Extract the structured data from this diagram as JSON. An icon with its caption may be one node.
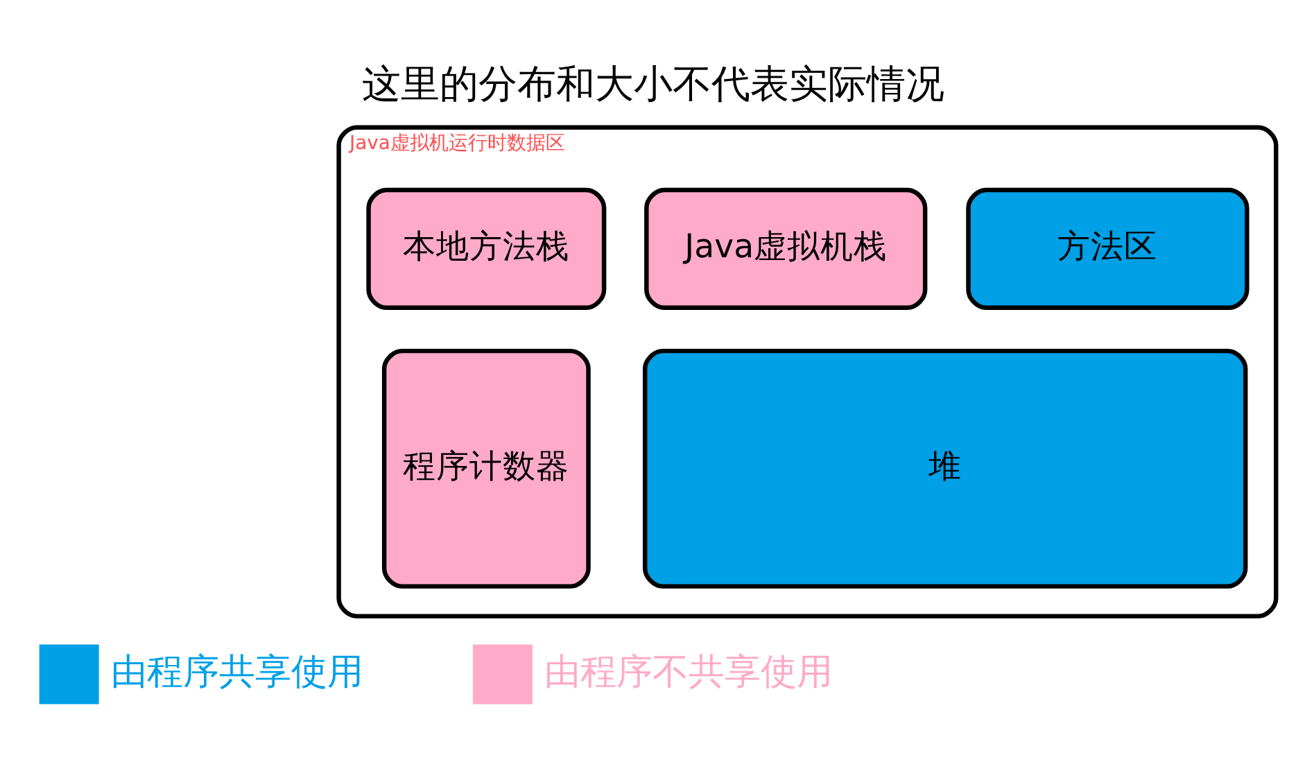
{
  "diagram": {
    "title": "这里的分布和大小不代表实际情况",
    "nodes": [
      {
        "text": [
          "Java虚拟机运行时数据区"
        ]
      },
      {
        "text": [
          "方法区"
        ],
        "in": 0
      },
      {
        "text": [
          "Java虚拟机栈"
        ],
        "in": 0
      },
      {
        "text": [
          "本地方法栈"
        ],
        "in": 0
      },
      {
        "text": [
          "堆"
        ],
        "in": 0
      },
      {
        "text": [
          "程序计数器"
        ],
        "in": 0
      }
    ],
    "edges": [],
    "legend": [
      {
        "text": "由程序共享使用",
        "color": "#00a0e6"
      },
      {
        "text": "由程序不共享使用",
        "color": "#ffaac8"
      }
    ]
  }
}
